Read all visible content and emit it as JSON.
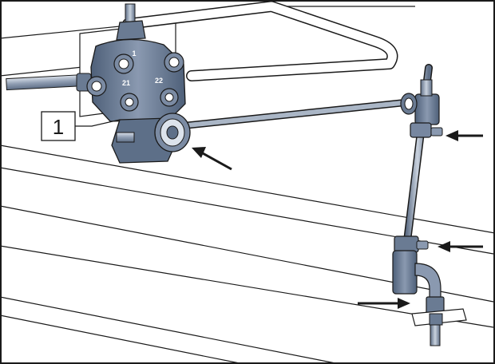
{
  "callout": {
    "number": "1"
  },
  "valve_ports": {
    "top": "1",
    "left": "21",
    "right": "22"
  },
  "colors": {
    "body_dark": "#5d6f88",
    "body_mid": "#8494ab",
    "body_light": "#b8c4d4",
    "pipe": "#9aa8ba",
    "line": "#1a1a1a",
    "frame": "#ffffff"
  },
  "arrows_count_note": null
}
